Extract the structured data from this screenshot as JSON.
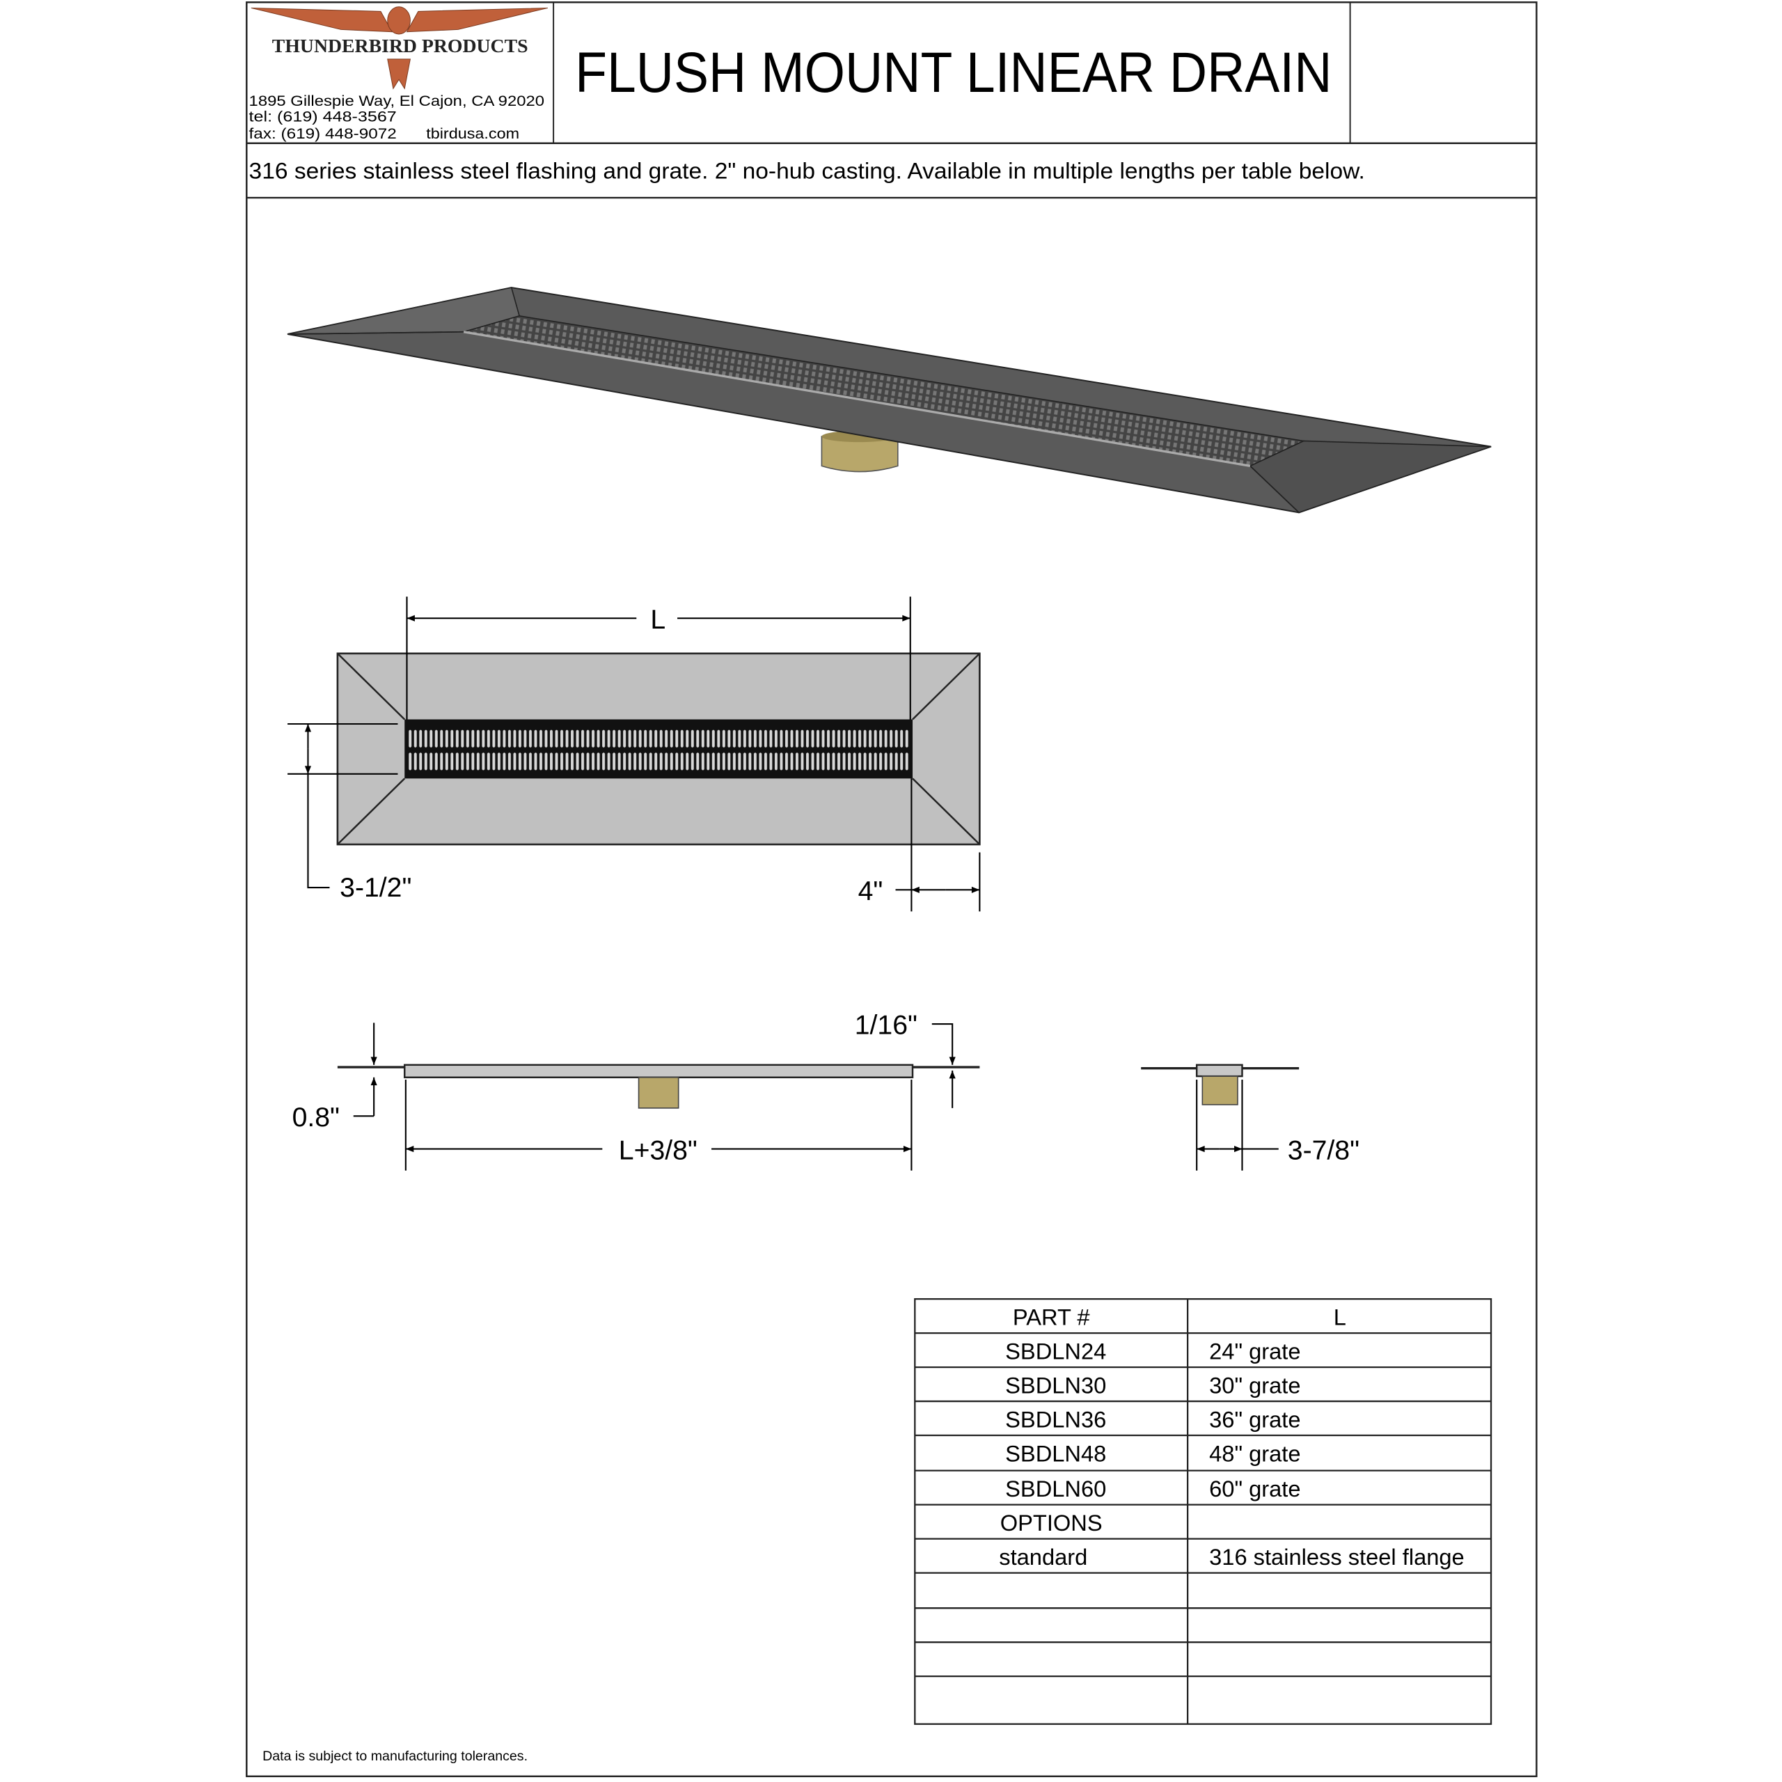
{
  "header": {
    "company": "THUNDERBIRD PRODUCTS",
    "address": "1895 Gillespie Way,  El Cajon,  CA 92020",
    "tel": "tel:  (619) 448-3567",
    "fax": "fax: (619) 448-9072",
    "website": "tbirdusa.com",
    "title": "FLUSH MOUNT LINEAR DRAIN"
  },
  "description": "316 series stainless steel flashing and grate. 2\" no-hub casting. Available in multiple lengths per table below.",
  "dimensions": {
    "plan_length": "L",
    "plan_width": "3-1/2\"",
    "plan_flange": "4\"",
    "side_thickness": "1/16\"",
    "side_height": "0.8\"",
    "side_length": "L+3/8\"",
    "end_width": "3-7/8\""
  },
  "colors": {
    "flange_iso": "#5a5a5a",
    "flange_plan": "#c0c0c0",
    "casting": "#b8a76a",
    "logo": "#c0603a"
  },
  "table": {
    "headers": [
      "PART #",
      "L"
    ],
    "rows": [
      [
        "SBDLN24",
        "24\" grate"
      ],
      [
        "SBDLN30",
        "30\" grate"
      ],
      [
        "SBDLN36",
        "36\" grate"
      ],
      [
        "SBDLN48",
        "48\" grate"
      ],
      [
        "SBDLN60",
        "60\" grate"
      ],
      [
        "OPTIONS",
        ""
      ],
      [
        "standard",
        "316 stainless steel flange"
      ],
      [
        "",
        ""
      ],
      [
        "",
        ""
      ],
      [
        "",
        ""
      ],
      [
        "",
        ""
      ]
    ]
  },
  "footer": "Data is subject to manufacturing tolerances."
}
